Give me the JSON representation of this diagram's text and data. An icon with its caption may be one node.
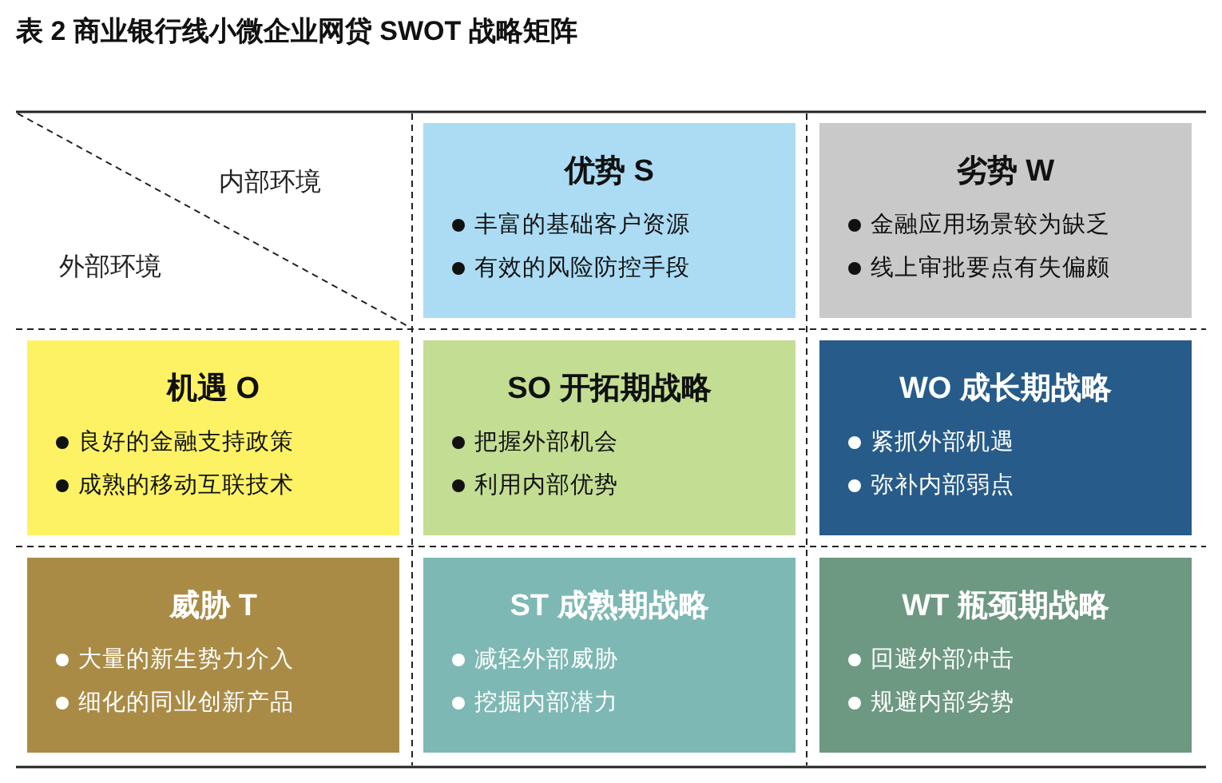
{
  "diagram": {
    "title": "表 2 商业银行线小微企业网贷 SWOT 战略矩阵",
    "nodes": [
      {
        "text": [
          "优势 S",
          "丰富的基础客户资源",
          "有效的风险防控手段"
        ]
      },
      {
        "text": [
          "劣势 W",
          "金融应用场景较为缺乏",
          "线上审批要点有失偏颇"
        ]
      },
      {
        "text": [
          "机遇 O",
          "良好的金融支持政策",
          "成熟的移动互联技术"
        ]
      },
      {
        "text": [
          "SO 开拓期战略",
          "把握外部机会",
          "利用内部优势"
        ]
      },
      {
        "text": [
          "WO 成长期战略",
          "紧抓外部机遇",
          "弥补内部弱点"
        ]
      },
      {
        "text": [
          "威胁 T",
          "大量的新生势力介入",
          "细化的同业创新产品"
        ]
      },
      {
        "text": [
          "ST 成熟期战略",
          "减轻外部威胁",
          "挖掘内部潜力"
        ]
      },
      {
        "text": [
          "WT 瓶颈期战略",
          "回避外部冲击",
          "规避内部劣势"
        ]
      }
    ],
    "labels": [
      "内部环境",
      "外部环境"
    ]
  }
}
